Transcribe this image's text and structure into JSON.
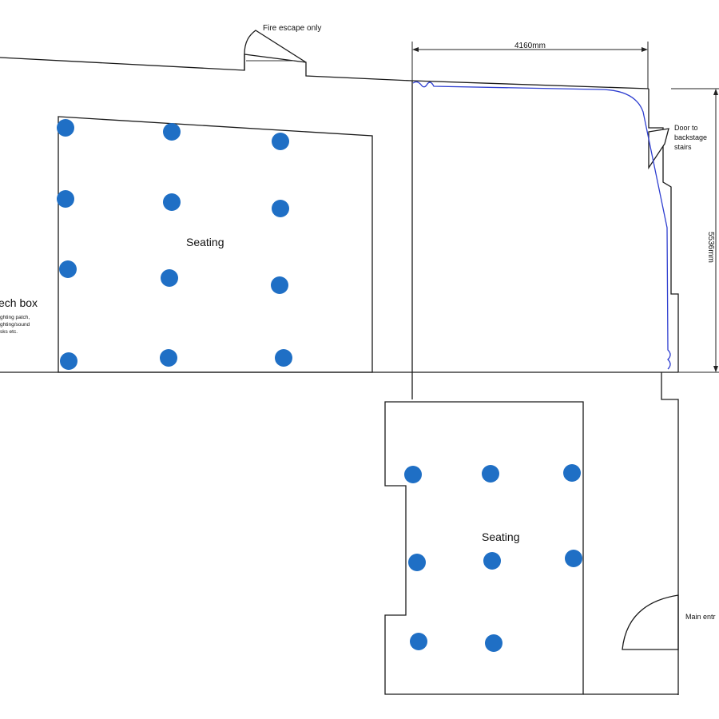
{
  "labels": {
    "fire_escape": "Fire escape only",
    "width_dimension": "4160mm",
    "depth_dimension": "5536mm",
    "backstage_door": [
      "Door to",
      "backstage",
      "stairs"
    ],
    "main_seating": "Seating",
    "lower_seating": "Seating",
    "tech_box_title": "ech box",
    "tech_box_notes": [
      "ghting patch,",
      "ghting/sound",
      "sks etc."
    ],
    "main_entrance": "Main entr"
  },
  "colors": {
    "seat": "#1f6fc5",
    "curtain": "#2f3fd0",
    "wall": "#1a1a1a"
  },
  "seating_blocks": [
    {
      "name": "upper-seating",
      "seat_count": 12
    },
    {
      "name": "lower-seating",
      "seat_count": 8
    }
  ]
}
